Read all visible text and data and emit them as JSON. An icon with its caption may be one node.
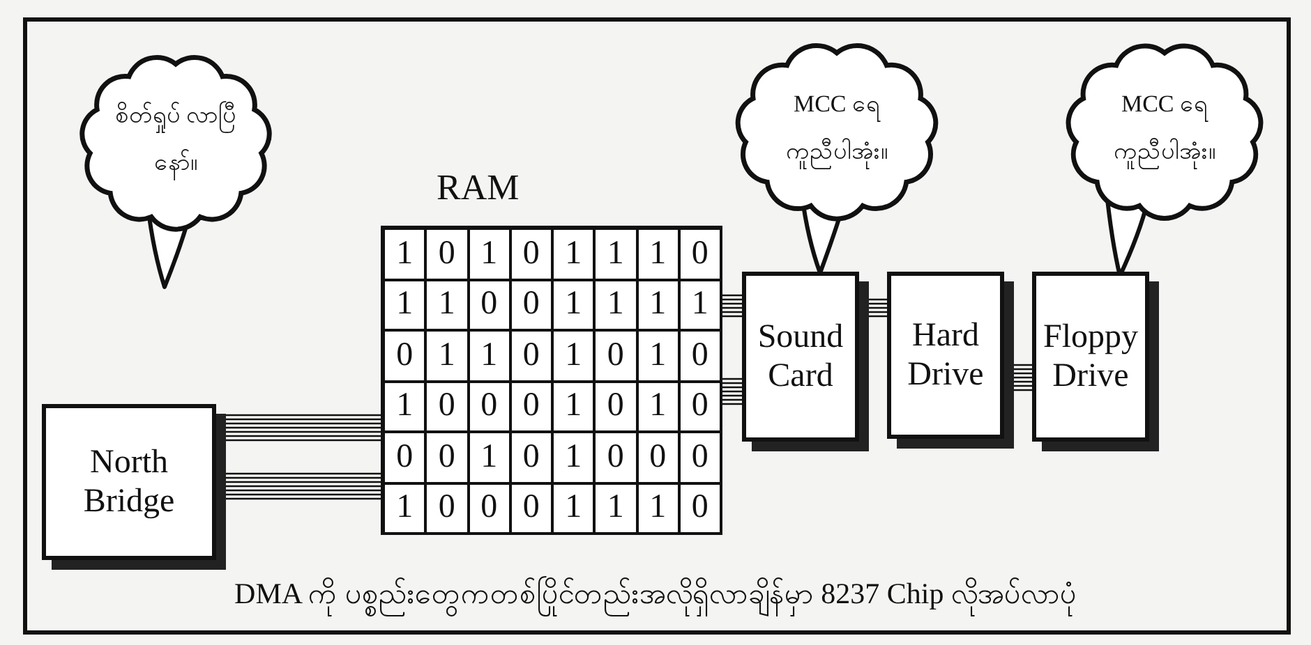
{
  "diagram": {
    "caption": "DMA ကို ပစ္စည်းတွေကတစ်ပြိုင်တည်းအလိုရှိလာချိန်မှာ 8237 Chip လိုအပ်လာပုံ",
    "nodes": [
      {
        "text": [
          "စိတ်ရှုပ် လာပြီနော်။"
        ]
      },
      {
        "text": [
          "RAM"
        ]
      },
      {
        "text": [
          "MCC ရေ ကူညီပါအုံး။"
        ]
      },
      {
        "text": [
          "MCC ရေ ကူညီပါအုံး။"
        ]
      },
      {
        "text": [
          "North Bridge"
        ]
      },
      {
        "text": [
          "Sound Card"
        ]
      },
      {
        "text": [
          "Hard Drive"
        ]
      },
      {
        "text": [
          "Floppy Drive"
        ]
      }
    ],
    "edges": [
      {
        "from": 4,
        "to": 1,
        "arrow": "none"
      },
      {
        "from": 4,
        "to": 1,
        "arrow": "none"
      },
      {
        "from": 1,
        "to": 5,
        "arrow": "none"
      },
      {
        "from": 1,
        "to": 5,
        "arrow": "none"
      },
      {
        "from": 5,
        "to": 6,
        "arrow": "none"
      },
      {
        "from": 6,
        "to": 7,
        "arrow": "none"
      }
    ],
    "labels": [
      "1",
      "0",
      "1",
      "0",
      "1",
      "1",
      "1",
      "0",
      "1",
      "1",
      "0",
      "0",
      "1",
      "1",
      "1",
      "1",
      "0",
      "1",
      "1",
      "0",
      "1",
      "0",
      "1",
      "0",
      "1",
      "0",
      "0",
      "0",
      "1",
      "0",
      "1",
      "0",
      "0",
      "0",
      "1",
      "0",
      "1",
      "0",
      "0",
      "0",
      "1",
      "0",
      "0",
      "0",
      "1",
      "1",
      "1",
      "0"
    ]
  }
}
